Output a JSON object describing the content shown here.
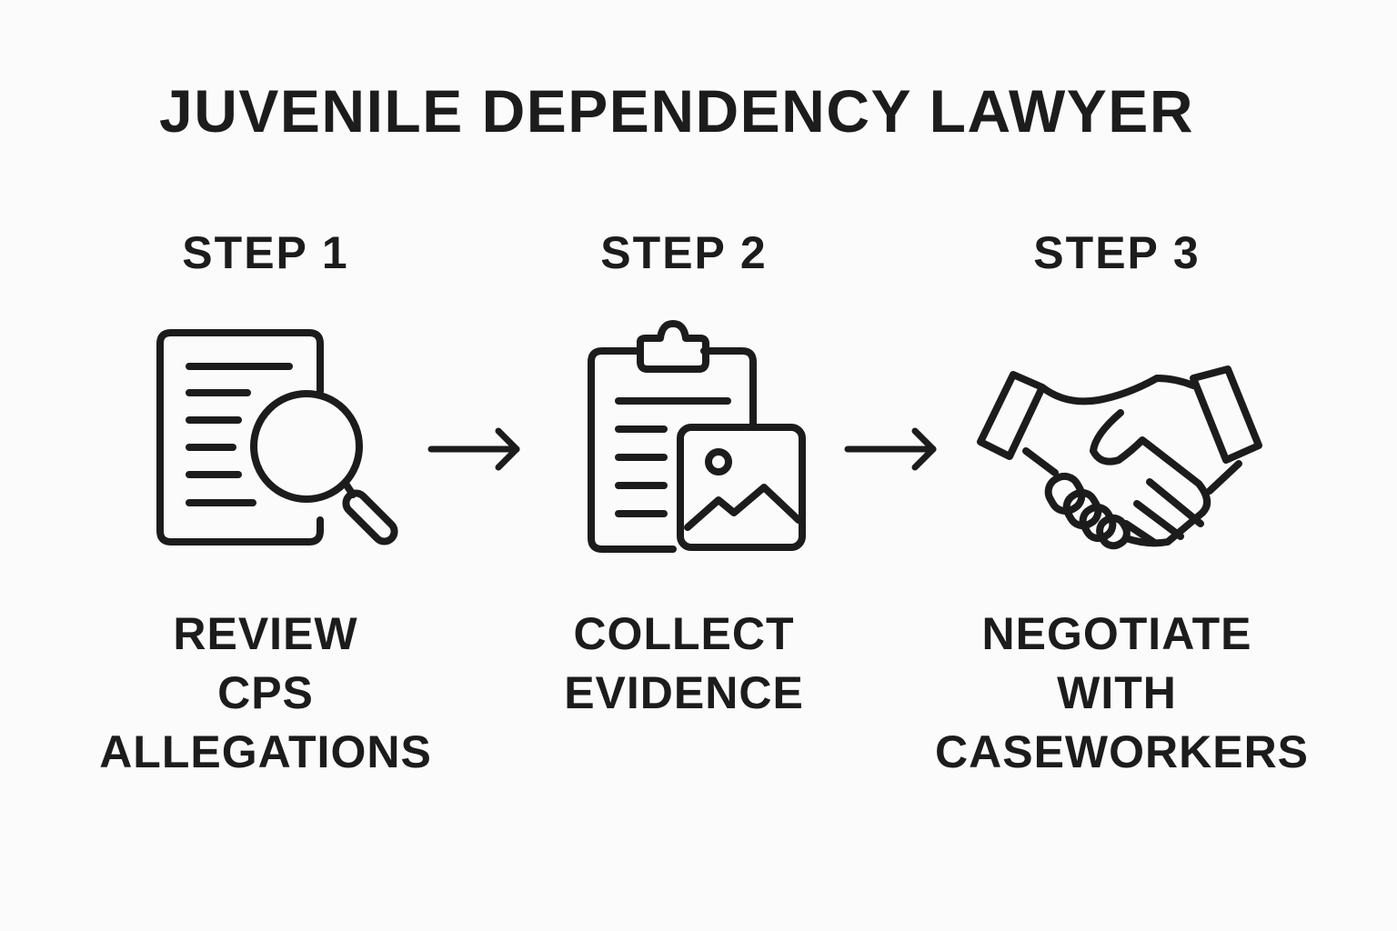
{
  "title": "JUVENILE DEPENDENCY LAWYER",
  "colors": {
    "background": "#fbfbfb",
    "ink": "#1c1c1c"
  },
  "steps": [
    {
      "header": "STEP 1",
      "icon": "document-search-icon",
      "label_lines": [
        "REVIEW",
        "CPS",
        "ALLEGATIONS"
      ]
    },
    {
      "header": "STEP 2",
      "icon": "clipboard-image-icon",
      "label_lines": [
        "COLLECT",
        "EVIDENCE"
      ]
    },
    {
      "header": "STEP 3",
      "icon": "handshake-icon",
      "label_lines": [
        "NEGOTIATE",
        "WITH",
        "CASEWORKERS"
      ]
    }
  ],
  "connectors": [
    {
      "icon": "arrow-right-icon",
      "from": "STEP 1",
      "to": "STEP 2"
    },
    {
      "icon": "arrow-right-icon",
      "from": "STEP 2",
      "to": "STEP 3"
    }
  ]
}
